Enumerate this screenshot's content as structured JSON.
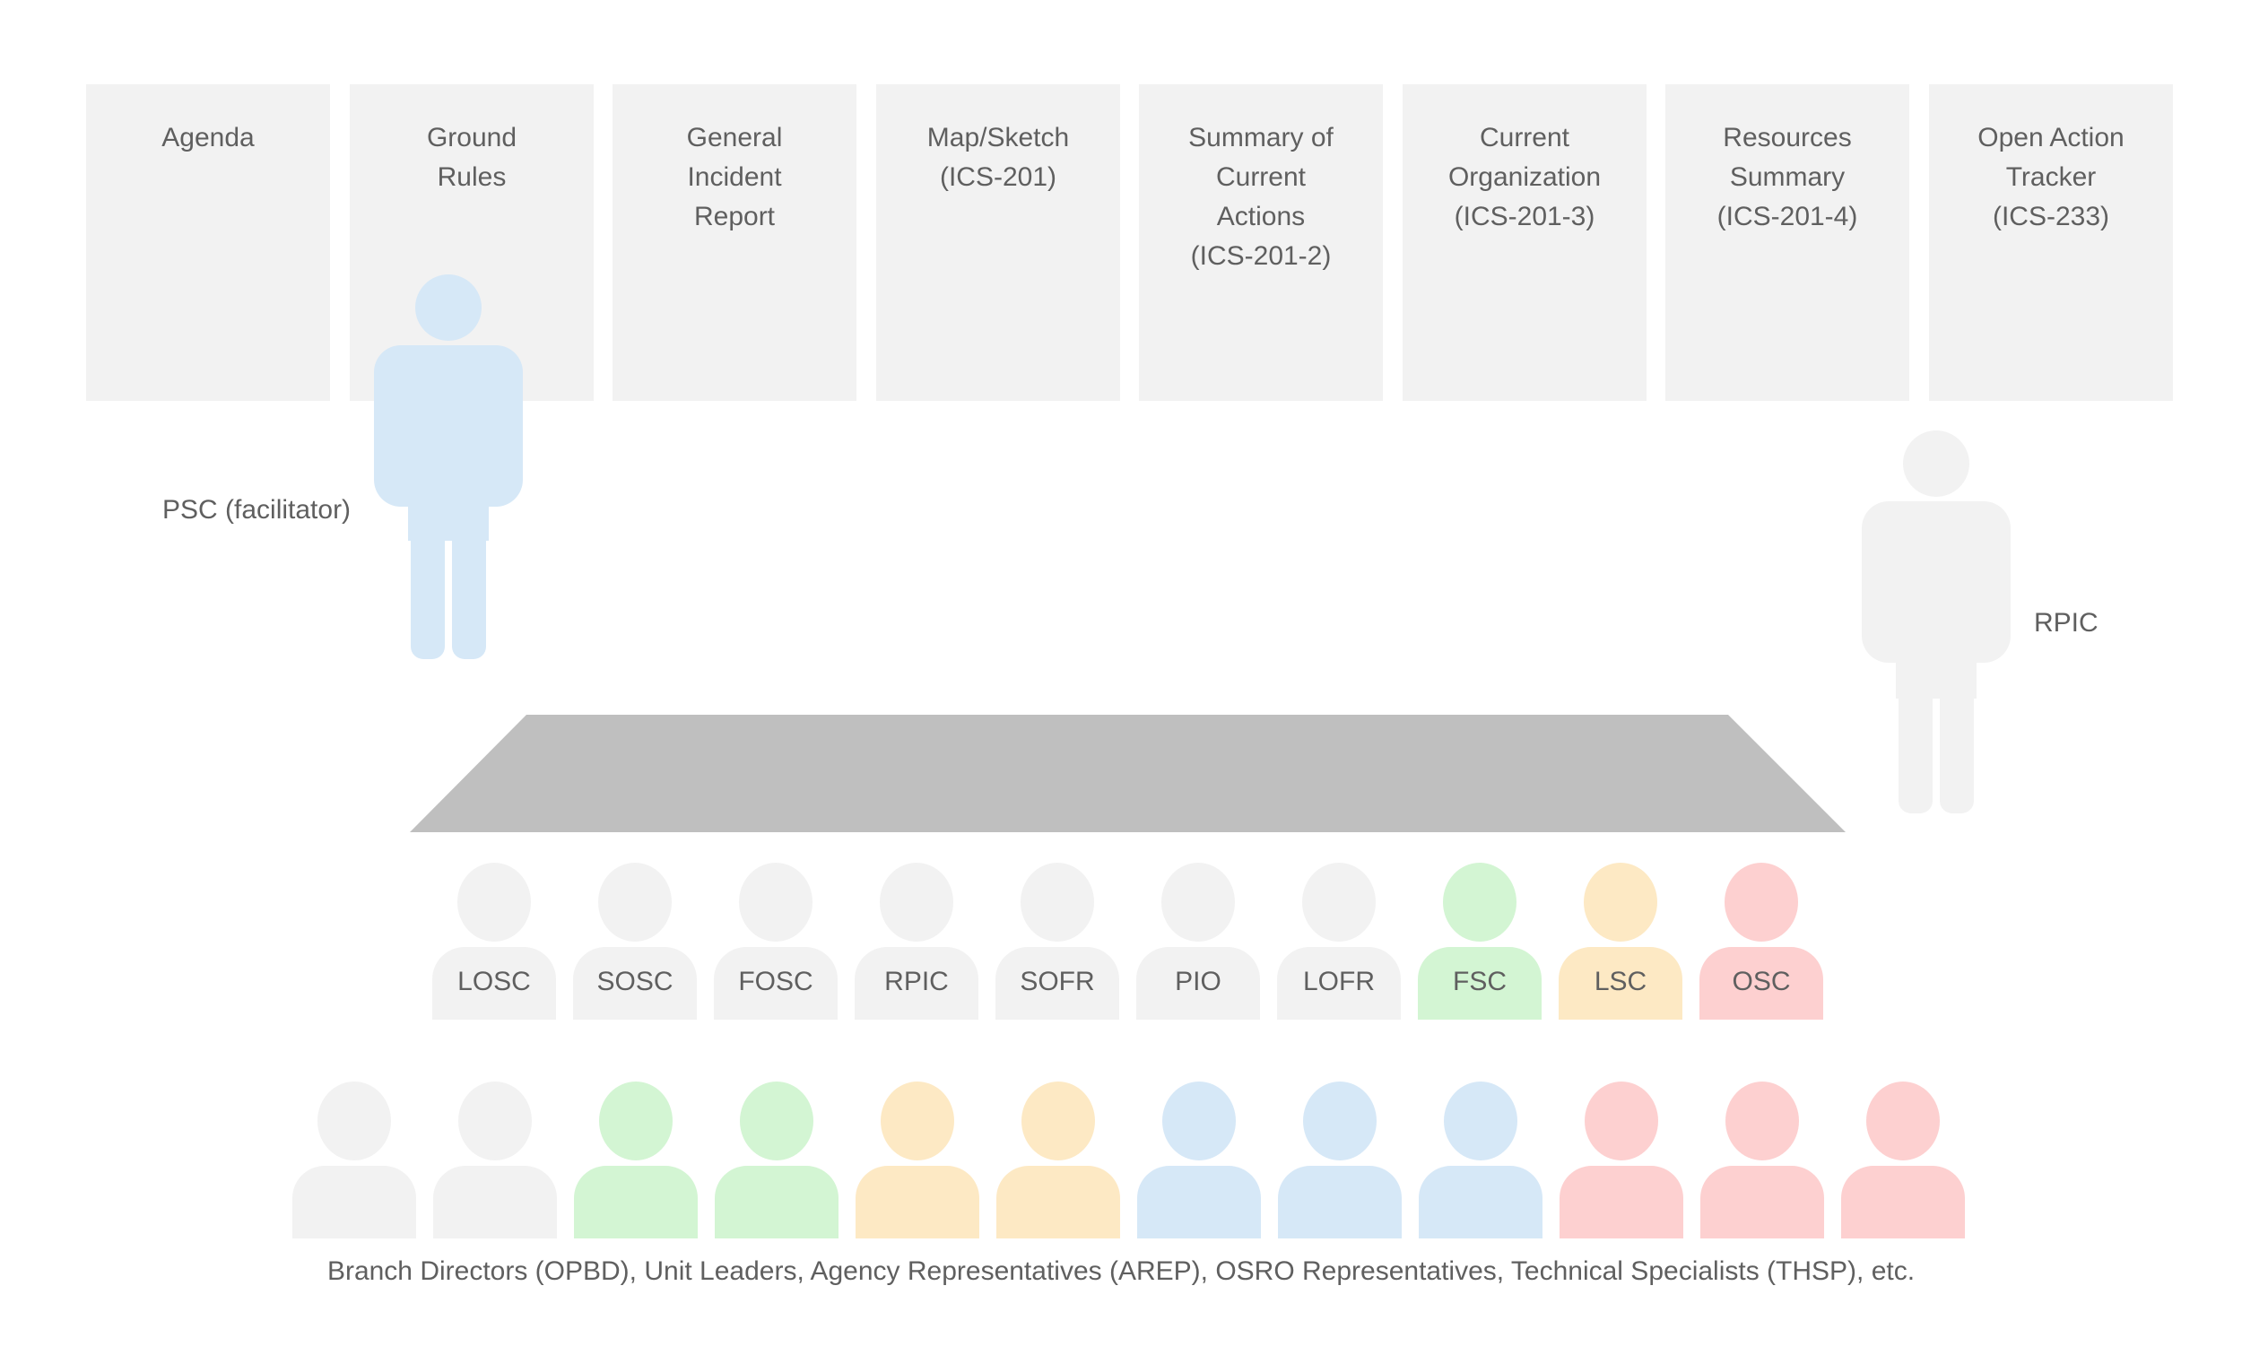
{
  "boards": [
    {
      "lines": [
        "Agenda"
      ]
    },
    {
      "lines": [
        "Ground",
        "Rules"
      ]
    },
    {
      "lines": [
        "General",
        "Incident",
        "Report"
      ]
    },
    {
      "lines": [
        "Map/Sketch",
        "(ICS-201)"
      ]
    },
    {
      "lines": [
        "Summary of",
        "Current",
        "Actions",
        "(ICS-201-2)"
      ]
    },
    {
      "lines": [
        "Current",
        "Organization",
        "(ICS-201-3)"
      ]
    },
    {
      "lines": [
        "Resources",
        "Summary",
        "(ICS-201-4)"
      ]
    },
    {
      "lines": [
        "Open Action",
        "Tracker",
        "(ICS-233)"
      ]
    }
  ],
  "facilitator": {
    "label": "PSC (facilitator)",
    "color": "#d6e8f7"
  },
  "rpic_standing": {
    "label": "RPIC",
    "color": "#f2f2f2"
  },
  "table_color": "#bfbfbf",
  "front_row": [
    {
      "label": "LOSC",
      "color": "#f2f2f2"
    },
    {
      "label": "SOSC",
      "color": "#f2f2f2"
    },
    {
      "label": "FOSC",
      "color": "#f2f2f2"
    },
    {
      "label": "RPIC",
      "color": "#f2f2f2"
    },
    {
      "label": "SOFR",
      "color": "#f2f2f2"
    },
    {
      "label": "PIO",
      "color": "#f2f2f2"
    },
    {
      "label": "LOFR",
      "color": "#f2f2f2"
    },
    {
      "label": "FSC",
      "color": "#d3f5d3"
    },
    {
      "label": "LSC",
      "color": "#fde9c4"
    },
    {
      "label": "OSC",
      "color": "#fdd0d0"
    }
  ],
  "back_row": [
    {
      "color": "#f2f2f2"
    },
    {
      "color": "#f2f2f2"
    },
    {
      "color": "#d3f5d3"
    },
    {
      "color": "#d3f5d3"
    },
    {
      "color": "#fde9c4"
    },
    {
      "color": "#fde9c4"
    },
    {
      "color": "#d6e8f7"
    },
    {
      "color": "#d6e8f7"
    },
    {
      "color": "#d6e8f7"
    },
    {
      "color": "#fdd0d0"
    },
    {
      "color": "#fdd0d0"
    },
    {
      "color": "#fdd0d0"
    }
  ],
  "caption": "Branch Directors (OPBD), Unit Leaders, Agency Representatives (AREP), OSRO Representatives, Technical Specialists (THSP), etc."
}
